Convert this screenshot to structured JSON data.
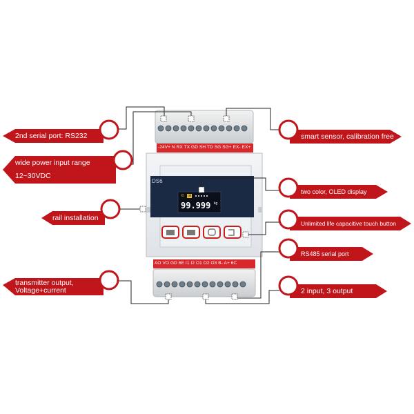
{
  "device": {
    "model": "DS6",
    "top_terminals": "-24V+  N  RX  TX  GD  SH  TD  SG  SG+  EX-  EX+",
    "bottom_terminals": "AO  VO  GD  6E  I1  I2  O1  O2  O3  B-  A+  6C",
    "display_value": "99.999",
    "display_unit": "kg",
    "display_tag": "ok",
    "display_mark": "IO"
  },
  "callouts": {
    "rs232": "2nd serial port: RS232",
    "power_line1": "wide power input range",
    "power_line2": "12~30VDC",
    "rail": "rail installation",
    "transmitter_line1": "transmitter output,",
    "transmitter_line2": "Voltage+current",
    "smart_sensor": "smart sensor, calibration free",
    "oled": "two color, OLED display",
    "touch": "Unlimited life capacitive touch button",
    "rs485": "RS485 serial port",
    "io": "2 input, 3 output"
  },
  "colors": {
    "banner_red": "#c0151b",
    "terminal_red": "#d8282c",
    "screen_dark": "#16243a",
    "button_red": "#c8201e",
    "leader_line": "#222222"
  },
  "icons": [
    "circle-bubble",
    "button-icon-menu",
    "button-icon-tare",
    "button-icon-zero",
    "button-icon-enter"
  ]
}
